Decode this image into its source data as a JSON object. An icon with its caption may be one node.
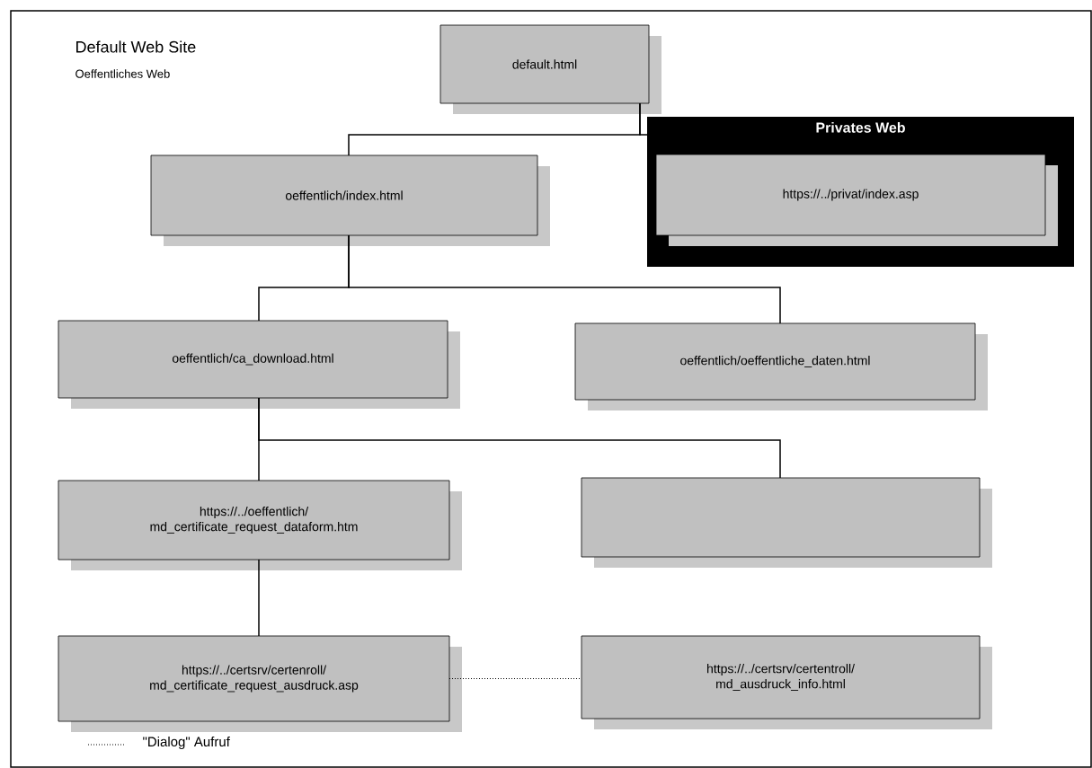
{
  "diagram": {
    "title": "Default Web Site",
    "nodes": [
      {
        "text": [
          "default.html"
        ]
      },
      {
        "text": [
          "Privates Web"
        ]
      },
      {
        "text": [
          "https://../privat/index.asp"
        ],
        "in": 1
      },
      {
        "text": [
          "oeffentlich/index.html"
        ]
      },
      {
        "text": [
          "oeffentlich/ca_download.html"
        ]
      },
      {
        "text": [
          "oeffentlich/oeffentliche_daten.html"
        ]
      },
      {
        "text": [
          "https://../oeffentlich/ md_certificate_request_dataform.htm"
        ]
      },
      {
        "text": [],
        "shape": "box"
      },
      {
        "text": [
          "https://../certsrv/certenroll/ md_certificate_request_ausdruck.asp"
        ]
      },
      {
        "text": [
          "https://../certsrv/certentroll/ md_ausdruck_info.html"
        ]
      }
    ],
    "edges": [
      {
        "from": 0,
        "to": 3,
        "arrow": "none"
      },
      {
        "from": 0,
        "to": 1,
        "arrow": "none"
      },
      {
        "from": 3,
        "to": 4,
        "arrow": "none"
      },
      {
        "from": 3,
        "to": 5,
        "arrow": "none"
      },
      {
        "from": 4,
        "to": 6,
        "arrow": "none"
      },
      {
        "from": 4,
        "to": 7,
        "arrow": "none"
      },
      {
        "from": 6,
        "to": 8,
        "arrow": "none"
      },
      {
        "from": 8,
        "to": 9,
        "arrow": "none",
        "style": "dashed"
      }
    ],
    "labels": [
      "Oeffentliches Web"
    ],
    "legend": [
      {
        "text": "\"Dialog\" Aufruf"
      }
    ]
  }
}
